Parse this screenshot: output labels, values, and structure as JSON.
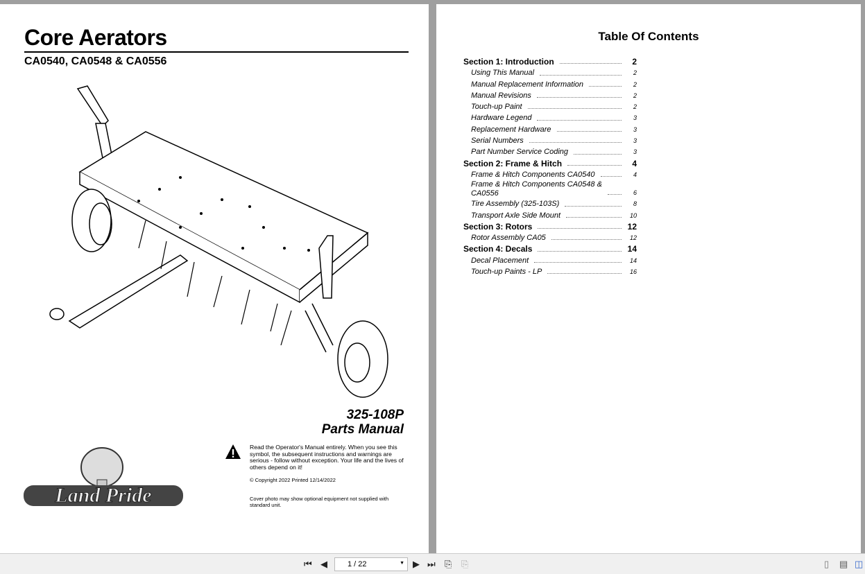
{
  "cover": {
    "title": "Core Aerators",
    "models": "CA0540, CA0548 & CA0556",
    "part_number": "325-108P",
    "manual_type": "Parts Manual",
    "warning": "Read the Operator's Manual entirely. When you see this symbol, the subsequent instructions and warnings are serious - follow without exception. Your life and the lives of others depend on it!",
    "copyright": "© Copyright 2022 Printed 12/14/2022",
    "cover_note": "Cover photo may show optional equipment not supplied with standard unit.",
    "logo_text": "Land Pride"
  },
  "toc": {
    "title": "Table Of Contents",
    "entries": [
      {
        "label": "Section 1: Introduction",
        "page": "2",
        "type": "sec"
      },
      {
        "label": "Using This Manual",
        "page": "2",
        "type": "sub"
      },
      {
        "label": "Manual Replacement Information",
        "page": "2",
        "type": "sub"
      },
      {
        "label": "Manual Revisions",
        "page": "2",
        "type": "sub"
      },
      {
        "label": "Touch-up Paint",
        "page": "2",
        "type": "sub"
      },
      {
        "label": "Hardware Legend",
        "page": "3",
        "type": "sub"
      },
      {
        "label": "Replacement Hardware",
        "page": "3",
        "type": "sub"
      },
      {
        "label": "Serial Numbers",
        "page": "3",
        "type": "sub"
      },
      {
        "label": "Part Number Service Coding",
        "page": "3",
        "type": "sub"
      },
      {
        "label": "Section 2: Frame & Hitch",
        "page": "4",
        "type": "sec"
      },
      {
        "label": "Frame & Hitch Components CA0540",
        "page": "4",
        "type": "sub"
      },
      {
        "label": "Frame & Hitch Components CA0548 & CA0556",
        "page": "6",
        "type": "sub wrap"
      },
      {
        "label": "Tire Assembly (325-103S)",
        "page": "8",
        "type": "sub"
      },
      {
        "label": "Transport Axle Side Mount",
        "page": "10",
        "type": "sub"
      },
      {
        "label": "Section 3: Rotors",
        "page": "12",
        "type": "sec"
      },
      {
        "label": "Rotor Assembly CA05",
        "page": "12",
        "type": "sub"
      },
      {
        "label": "Section 4: Decals",
        "page": "14",
        "type": "sec"
      },
      {
        "label": "Decal Placement",
        "page": "14",
        "type": "sub"
      },
      {
        "label": "Touch-up Paints - LP",
        "page": "16",
        "type": "sub"
      }
    ]
  },
  "toolbar": {
    "page_indicator": "1 / 22"
  }
}
